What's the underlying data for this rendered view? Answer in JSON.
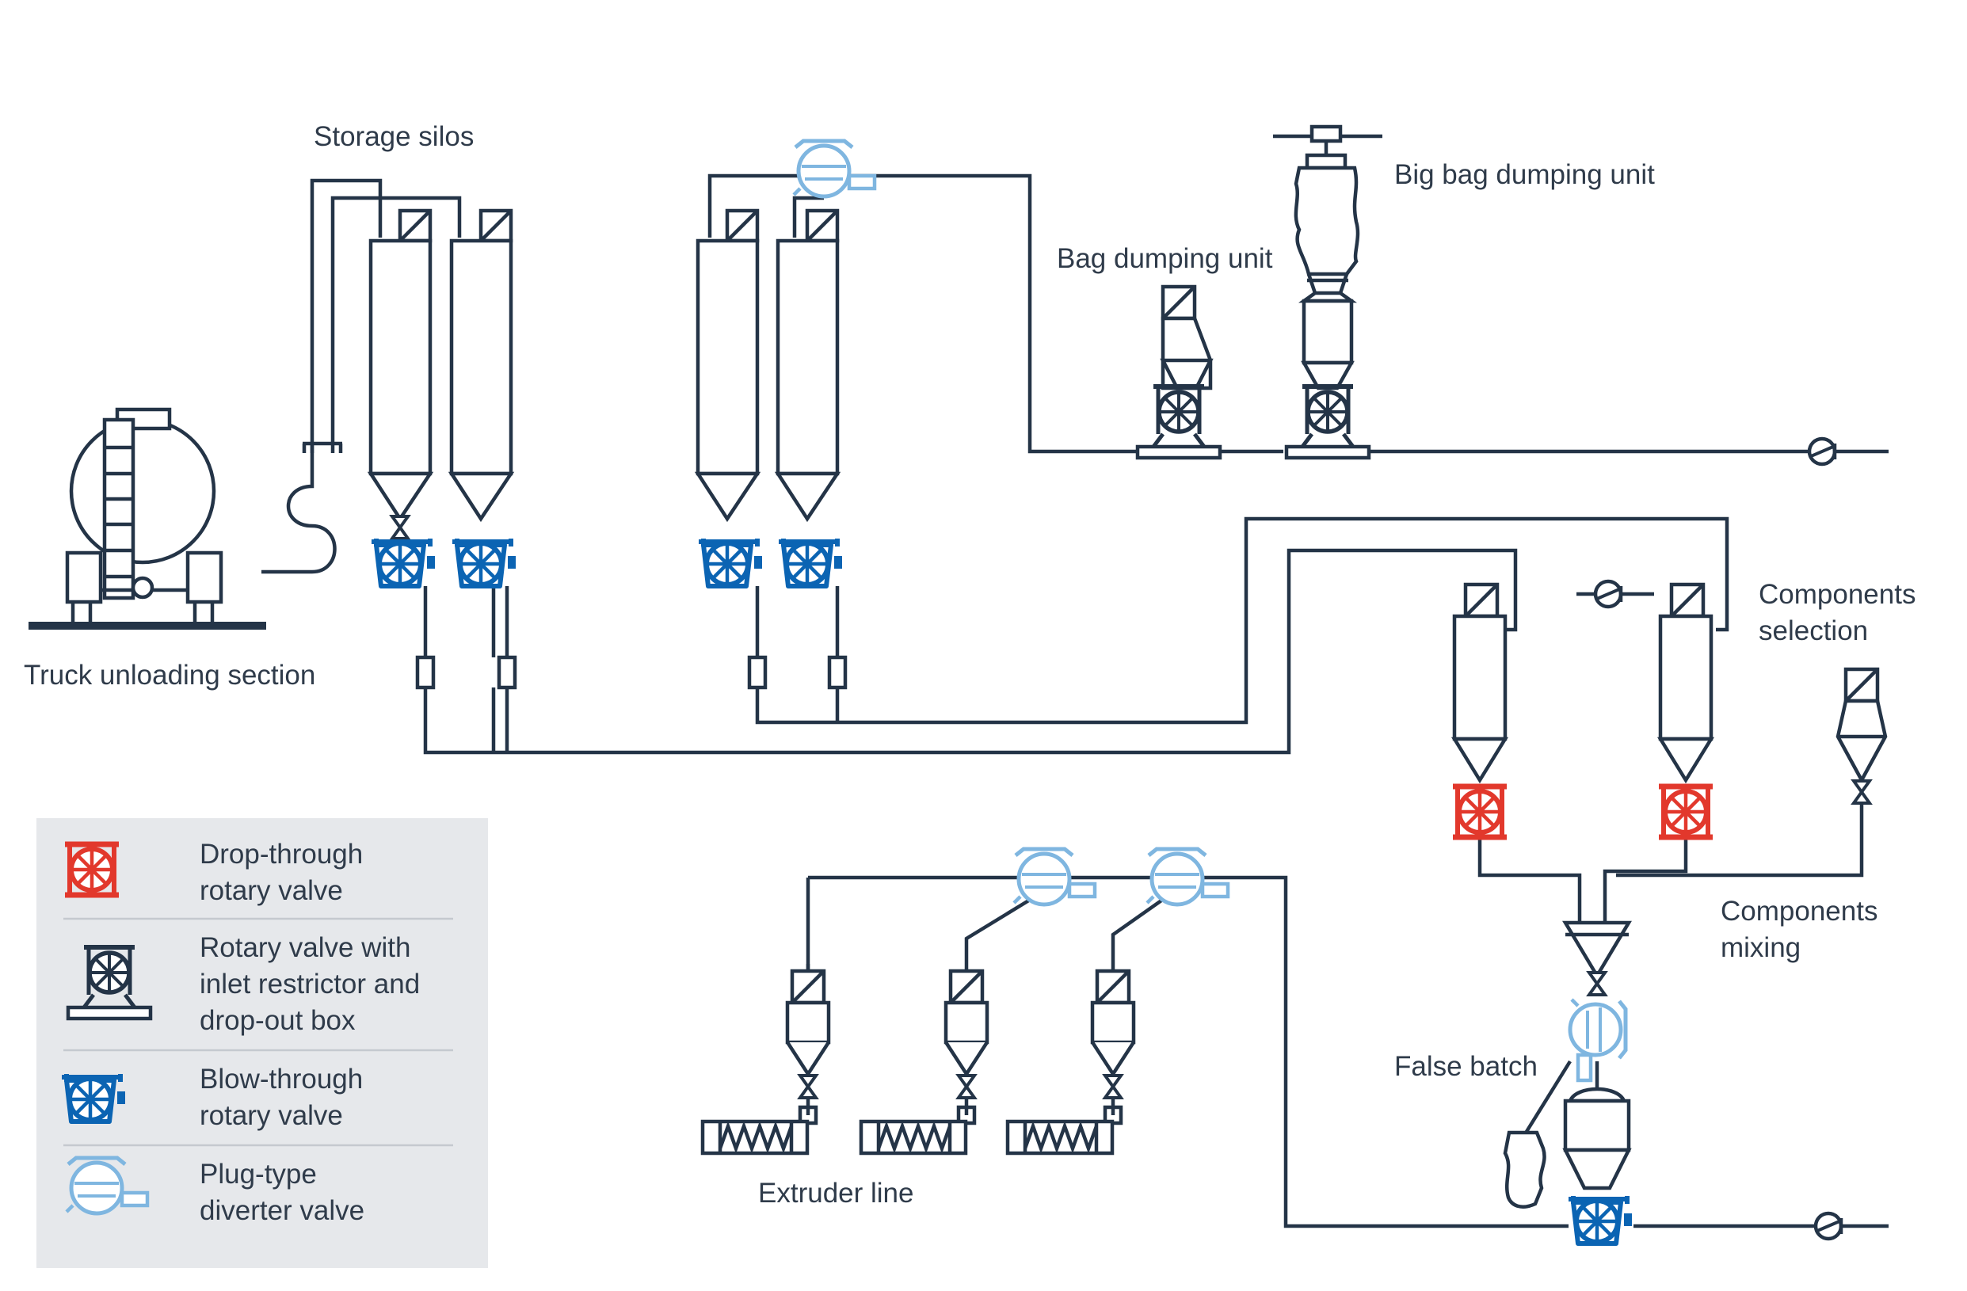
{
  "labels": {
    "storage_silos": "Storage silos",
    "truck_unloading": "Truck unloading section",
    "bag_dumping": "Bag dumping unit",
    "big_bag_dumping": "Big bag dumping unit",
    "components_selection": [
      "Components",
      "selection"
    ],
    "components_mixing": [
      "Components",
      "mixing"
    ],
    "false_batch": "False batch",
    "extruder_line": "Extruder line"
  },
  "legend": [
    {
      "icon": "drop-through-rotary-valve-icon",
      "lines": [
        "Drop-through",
        "rotary valve"
      ]
    },
    {
      "icon": "rotary-valve-inlet-restrictor-icon",
      "lines": [
        "Rotary valve with",
        "inlet restrictor and",
        "drop-out box"
      ]
    },
    {
      "icon": "blow-through-rotary-valve-icon",
      "lines": [
        "Blow-through",
        "rotary valve"
      ]
    },
    {
      "icon": "plug-type-diverter-valve-icon",
      "lines": [
        "Plug-type",
        "diverter valve"
      ]
    }
  ],
  "colors": {
    "line": "#243447",
    "drop_through": "#e2382c",
    "blow_through": "#0b64b3",
    "diverter": "#7fb6e0",
    "legend_bg": "#e6e8eb",
    "text": "#2f3b4a"
  }
}
